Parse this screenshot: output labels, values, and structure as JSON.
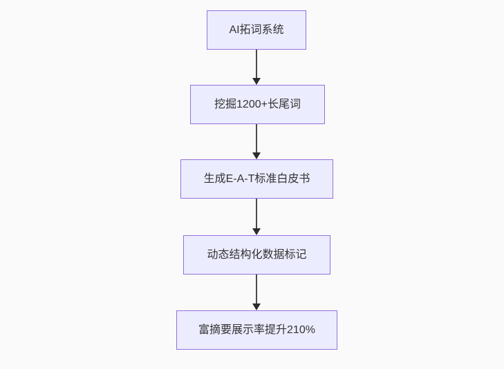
{
  "diagram": {
    "type": "flowchart",
    "direction": "top-down",
    "colors": {
      "background": "#fafafa",
      "node_fill": "#ECECFF",
      "node_border": "#9370DB",
      "node_text": "#333333",
      "edge_line": "#4a4a4a",
      "arrowhead": "#2b2b2b"
    },
    "nodes": [
      {
        "id": "1",
        "label": "AI拓词系统"
      },
      {
        "id": "2",
        "label": "挖掘1200+长尾词"
      },
      {
        "id": "3",
        "label": "生成E-A-T标准白皮书"
      },
      {
        "id": "4",
        "label": "动态结构化数据标记"
      },
      {
        "id": "5",
        "label": "富摘要展示率提升210%"
      }
    ],
    "edges": [
      {
        "from": "1",
        "to": "2"
      },
      {
        "from": "2",
        "to": "3"
      },
      {
        "from": "3",
        "to": "4"
      },
      {
        "from": "4",
        "to": "5"
      }
    ]
  }
}
